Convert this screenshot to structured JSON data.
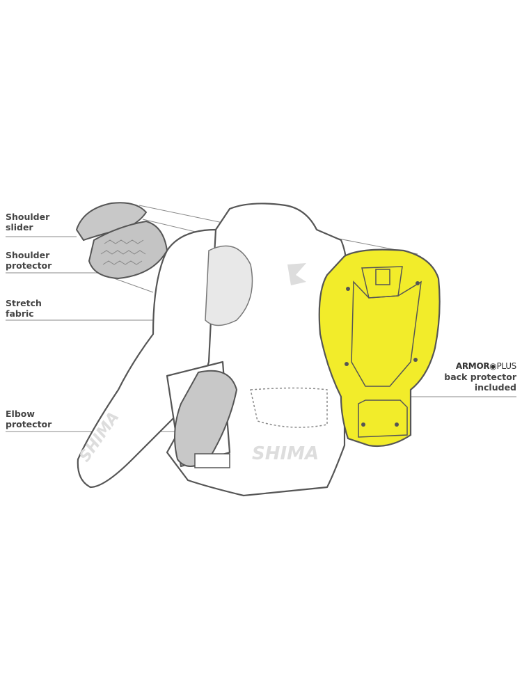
{
  "labels": {
    "shoulder_slider": [
      "Shoulder",
      "slider"
    ],
    "shoulder_protector": [
      "Shoulder",
      "protector"
    ],
    "stretch_fabric": [
      "Stretch",
      "fabric"
    ],
    "elbow_protector": [
      "Elbow",
      "protector"
    ],
    "back_protector": {
      "brand_a": "ARMOR",
      "brand_b": "PLUS",
      "lines": [
        "back protector",
        "included"
      ]
    }
  },
  "jacket_logo": "SHIMA",
  "colors": {
    "back_protector": "#f2ec2a",
    "outline": "#555555",
    "pads": "#c8c8c8"
  }
}
